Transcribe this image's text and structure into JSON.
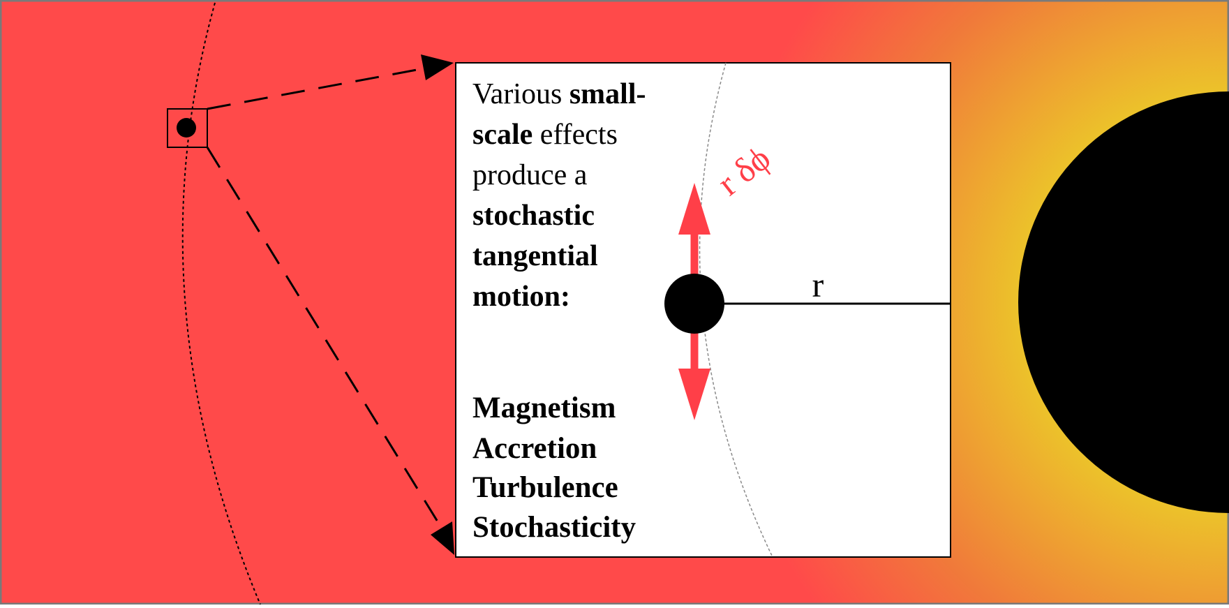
{
  "description_text": {
    "line1_regular": "Various ",
    "line1_bold": "small-",
    "line2_bold": "scale",
    "line2_regular": " effects",
    "line3": "produce a",
    "line4": "stochastic",
    "line5": "tangential",
    "line6": "motion:"
  },
  "effects": [
    "Magnetism",
    "Accretion",
    "Turbulence",
    "Stochasticity"
  ],
  "labels": {
    "radius": "r",
    "tangential_displacement": "r δϕ"
  },
  "colors": {
    "gradient_start": "#ff4a4a",
    "gradient_mid": "#f07a3a",
    "gradient_end": "#ecc42a",
    "accent_red": "#ff3f48",
    "black": "#000000",
    "white": "#ffffff"
  }
}
